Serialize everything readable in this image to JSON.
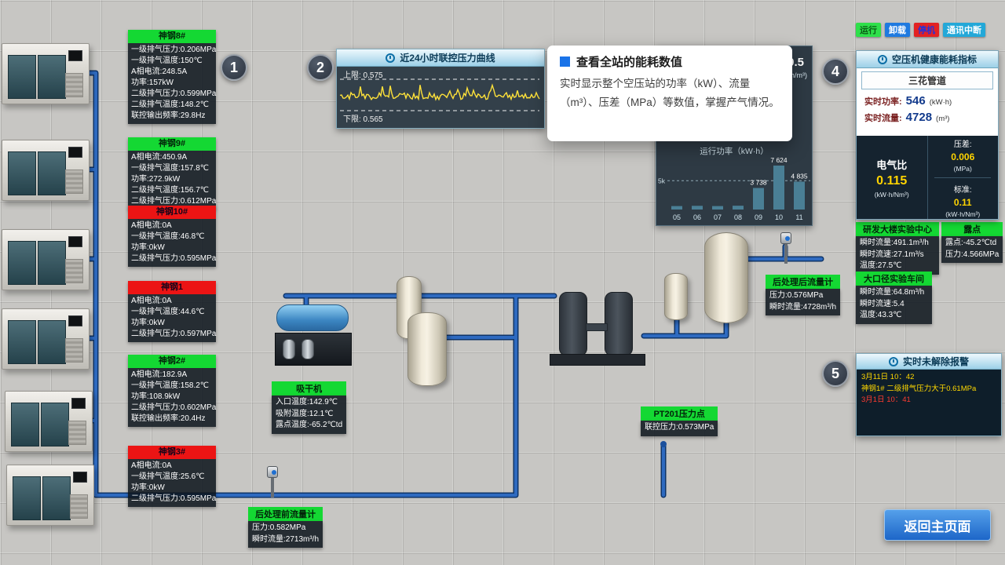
{
  "status_legend": [
    {
      "label": "运行",
      "bg": "#2ee04a",
      "fg": "#0a5a16"
    },
    {
      "label": "卸载",
      "bg": "#1f7ae0",
      "fg": "#ffffff"
    },
    {
      "label": "停机",
      "bg": "#e32222",
      "fg": "#2233dd"
    },
    {
      "label": "通讯中断",
      "bg": "#23a8d8",
      "fg": "#ffffff"
    }
  ],
  "compressors": [
    {
      "name": "神钢8#",
      "status": "run",
      "lines": [
        "一级排气压力:0.206MPa",
        "一级排气温度:150℃",
        "A相电流:248.5A",
        "功率:157kW",
        "二级排气压力:0.599MPa",
        "二级排气温度:148.2℃",
        "联控输出频率:29.8Hz"
      ]
    },
    {
      "name": "神钢9#",
      "status": "run",
      "lines": [
        "A相电流:450.9A",
        "一级排气温度:157.8℃",
        "功率:272.9kW",
        "二级排气温度:156.7℃",
        "二级排气压力:0.612MPa"
      ]
    },
    {
      "name": "神钢10#",
      "status": "stop",
      "lines": [
        "A相电流:0A",
        "一级排气温度:46.8℃",
        "功率:0kW",
        "二级排气压力:0.595MPa"
      ]
    },
    {
      "name": "神钢1",
      "status": "stop",
      "lines": [
        "A相电流:0A",
        "一级排气温度:44.6℃",
        "功率:0kW",
        "二级排气压力:0.597MPa"
      ]
    },
    {
      "name": "神钢2#",
      "status": "run",
      "lines": [
        "A相电流:182.9A",
        "一级排气温度:158.2℃",
        "功率:108.9kW",
        "二级排气压力:0.602MPa",
        "联控输出频率:20.4Hz"
      ]
    },
    {
      "name": "神钢3#",
      "status": "stop",
      "lines": [
        "A相电流:0A",
        "一级排气温度:25.6℃",
        "功率:0kW",
        "二级排气压力:0.595MPa"
      ]
    }
  ],
  "pressure_chart": {
    "title": "近24小时联控压力曲线",
    "upper_label": "上限: 0.575",
    "lower_label": "下限: 0.565"
  },
  "tooltip": {
    "title": "查看全站的能耗数值",
    "body": "实时显示整个空压站的功率（kW）、流量（m³）、压差（MPa）等数值，掌握产气情况。"
  },
  "energy_panel": {
    "value": "0.5",
    "unit": "(kW·h/m³)",
    "chart_title": "运行功率（kW·h）",
    "chart_data": {
      "type": "bar",
      "categories": [
        "05",
        "06",
        "07",
        "08",
        "09",
        "10",
        "11"
      ],
      "values": [
        600,
        640,
        600,
        660,
        3738,
        7624,
        4835
      ],
      "bar_labels": [
        "",
        "",
        "",
        "",
        "3 738",
        "7 624",
        "4 835"
      ],
      "gridline_label": "5k",
      "gridline_value": 5000
    }
  },
  "health_panel": {
    "title": "空压机健康能耗指标",
    "pipe_selector": "三花管道",
    "power_label": "实时功率:",
    "power_value": "546",
    "power_unit": "(kW·h)",
    "flow_label": "实时流量:",
    "flow_value": "4728",
    "flow_unit": "(m³)",
    "ratio_label": "电气比",
    "ratio_value": "0.115",
    "ratio_unit": "(kW·h/Nm³)",
    "diff_label": "压差:",
    "diff_value": "0.006",
    "diff_unit": "(MPa)",
    "std_label": "标准:",
    "std_value": "0.11",
    "std_unit": "(kW·h/Nm³)"
  },
  "station_panels": [
    {
      "title": "研发大楼实验中心",
      "lines": [
        "瞬时流量:491.1m³/h",
        "瞬时流速:27.1m³/s",
        "温度:27.5℃"
      ]
    },
    {
      "title": "露点",
      "lines": [
        "露点:-45.2℃td",
        "压力:4.566MPa"
      ]
    },
    {
      "title": "大口径实验车间",
      "lines": [
        "瞬时流量:64.8m³/h",
        "瞬时流速:5.4",
        "温度:43.3℃"
      ]
    }
  ],
  "process_labels": [
    {
      "title": "吸干机",
      "lines": [
        "入口温度:142.9℃",
        "吸附温度:12.1℃",
        "露点温度:-65.2℃td"
      ]
    },
    {
      "title": "后处理前流量计",
      "lines": [
        "压力:0.582MPa",
        "瞬时流量:2713m³/h"
      ]
    },
    {
      "title": "后处理后流量计",
      "lines": [
        "压力:0.576MPa",
        "瞬时流量:4728m³/h"
      ]
    },
    {
      "title": "PT201压力点",
      "lines": [
        "联控压力:0.573MPa"
      ]
    }
  ],
  "alarm_panel": {
    "title": "实时未解除报警",
    "alarms": [
      {
        "color": "#ffd800",
        "lines": [
          "3月11日 10：42",
          "神钢1# 二级排气压力大于0.61MPa"
        ]
      },
      {
        "color": "#ff3b30",
        "lines": [
          "3月1日 10：41"
        ]
      }
    ]
  },
  "badges": [
    "1",
    "2",
    "4",
    "5"
  ],
  "return_button": "返回主页面"
}
